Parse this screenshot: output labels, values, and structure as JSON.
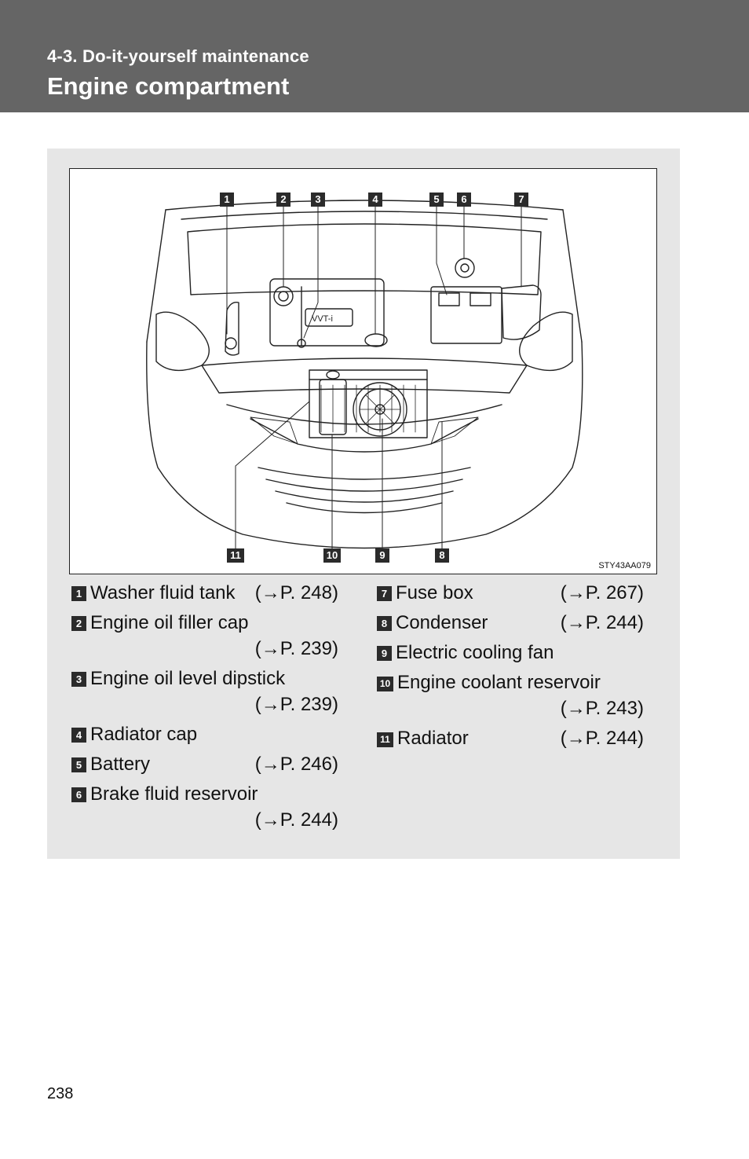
{
  "header": {
    "section": "4-3. Do-it-yourself maintenance",
    "title": "Engine compartment"
  },
  "figure": {
    "code": "STY43AA079",
    "callouts_top": [
      "1",
      "2",
      "3",
      "4",
      "5",
      "6",
      "7"
    ],
    "callouts_bottom": [
      "11",
      "10",
      "9",
      "8"
    ]
  },
  "legend_left": [
    {
      "num": "1",
      "label": "Washer fluid tank",
      "ref": "(→P. 248)",
      "wrap": false
    },
    {
      "num": "2",
      "label": "Engine oil filler cap",
      "ref": "(→P. 239)",
      "wrap": true
    },
    {
      "num": "3",
      "label": "Engine oil level dipstick",
      "ref": "(→P. 239)",
      "wrap": true
    },
    {
      "num": "4",
      "label": "Radiator cap",
      "ref": "",
      "wrap": false
    },
    {
      "num": "5",
      "label": "Battery",
      "ref": "(→P. 246)",
      "wrap": false
    },
    {
      "num": "6",
      "label": "Brake fluid reservoir",
      "ref": "(→P. 244)",
      "wrap": true
    }
  ],
  "legend_right": [
    {
      "num": "7",
      "label": "Fuse box",
      "ref": "(→P. 267)",
      "wrap": false
    },
    {
      "num": "8",
      "label": "Condenser",
      "ref": "(→P. 244)",
      "wrap": false
    },
    {
      "num": "9",
      "label": "Electric cooling fan",
      "ref": "",
      "wrap": false
    },
    {
      "num": "10",
      "label": "Engine coolant reservoir",
      "ref": "(→P. 243)",
      "wrap": true
    },
    {
      "num": "11",
      "label": "Radiator",
      "ref": "(→P. 244)",
      "wrap": false
    }
  ],
  "footer": {
    "page_number": "238"
  }
}
